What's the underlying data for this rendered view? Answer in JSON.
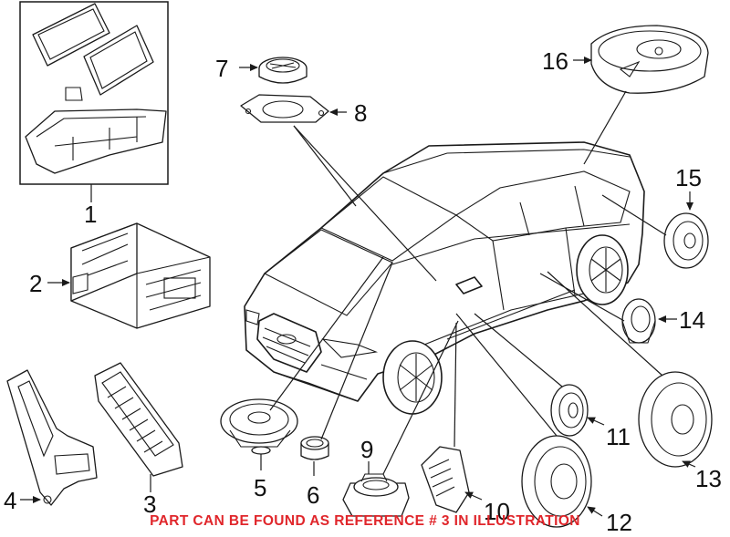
{
  "diagram": {
    "callouts": [
      "1",
      "2",
      "3",
      "4",
      "5",
      "6",
      "7",
      "8",
      "9",
      "10",
      "11",
      "12",
      "13",
      "14",
      "15",
      "16"
    ],
    "note": "PART CAN BE FOUND AS REFERENCE # 3 IN ILLUSTRATION",
    "note_color": "#e0262b",
    "line_color": "#1a1a1a"
  }
}
